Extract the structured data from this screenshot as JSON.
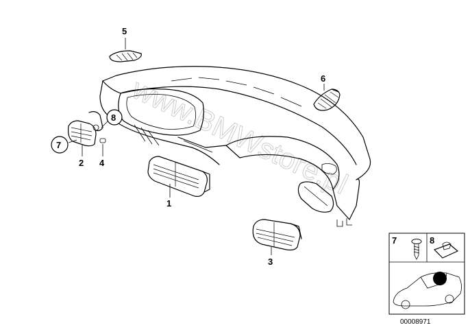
{
  "diagram": {
    "watermark": "www.BMWstore.pl",
    "callouts": [
      {
        "id": "1",
        "label": "1"
      },
      {
        "id": "2",
        "label": "2"
      },
      {
        "id": "3",
        "label": "3"
      },
      {
        "id": "4",
        "label": "4"
      },
      {
        "id": "5",
        "label": "5"
      },
      {
        "id": "6",
        "label": "6"
      },
      {
        "id": "7",
        "label": "7"
      },
      {
        "id": "8",
        "label": "8"
      }
    ],
    "legend": {
      "cell_7_label": "7",
      "cell_8_label": "8"
    },
    "reference_number": "00008971"
  }
}
